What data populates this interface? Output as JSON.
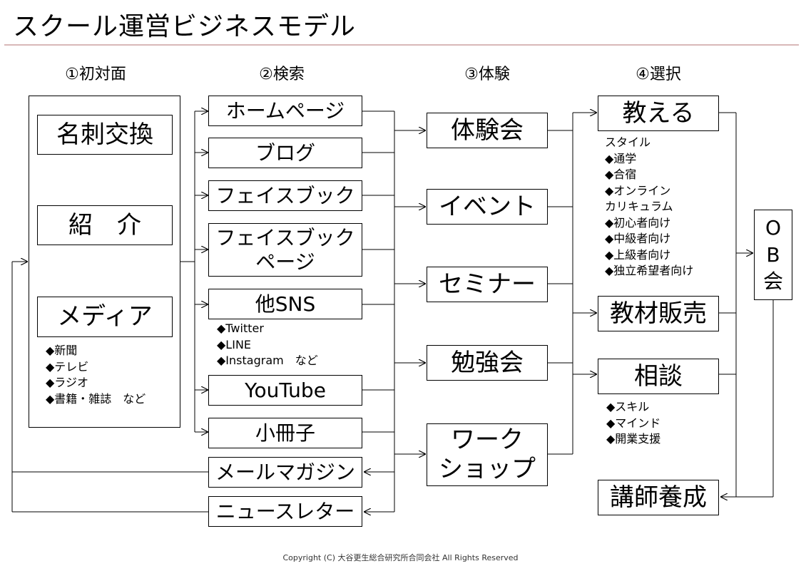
{
  "title": "スクール運営ビジネスモデル",
  "columns": [
    "①初対面",
    "②検索",
    "③体験",
    "④選択"
  ],
  "first_meeting": {
    "items": [
      "名刺交換",
      "紹　介",
      "メディア"
    ],
    "media_notes": "◆新聞\n◆テレビ\n◆ラジオ\n◆書籍・雑誌　など"
  },
  "search": {
    "items": [
      "ホームページ",
      "ブログ",
      "フェイスブック",
      "フェイスブック\nページ",
      "他SNS",
      "YouTube",
      "小冊子"
    ],
    "sns_notes": "◆Twitter\n◆LINE\n◆Instagram　など",
    "outbound": [
      "メールマガジン",
      "ニュースレター"
    ]
  },
  "experience": {
    "items": [
      "体験会",
      "イベント",
      "セミナー",
      "勉強会",
      "ワーク\nショップ"
    ]
  },
  "choice": {
    "teach": "教える",
    "teach_notes": "スタイル\n◆通学\n◆合宿\n◆オンライン\nカリキュラム\n◆初心者向け\n◆中級者向け\n◆上級者向け\n◆独立希望者向け",
    "materials": "教材販売",
    "consult": "相談",
    "consult_notes": "◆スキル\n◆マインド\n◆開業支援",
    "instructor": "講師養成"
  },
  "ob": [
    "O",
    "B",
    "会"
  ],
  "copyright": "Copyright (C) 大谷更生総合研究所合同会社 All Rights Reserved"
}
